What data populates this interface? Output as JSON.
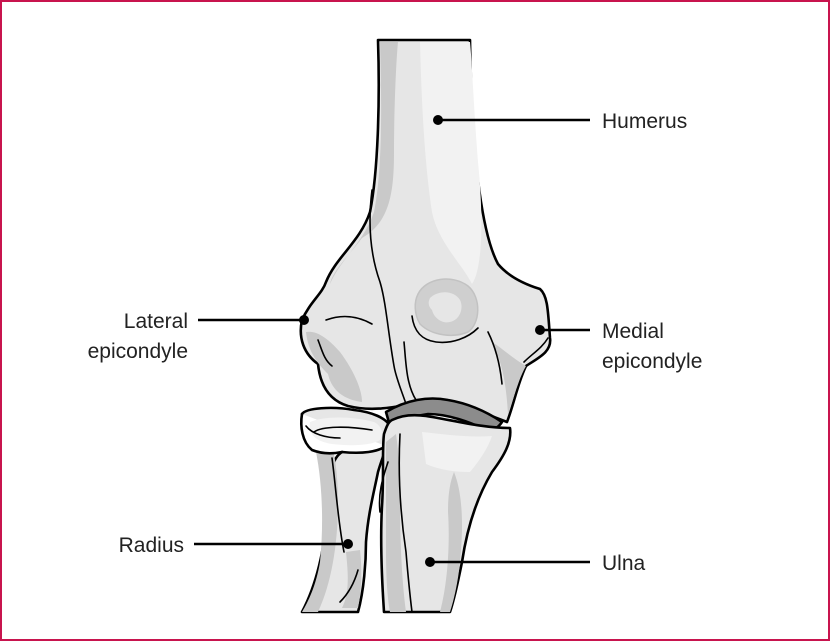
{
  "labels": {
    "humerus": "Humerus",
    "lateral_epicondyle_line1": "Lateral",
    "lateral_epicondyle_line2": "epicondyle",
    "medial_epicondyle_line1": "Medial",
    "medial_epicondyle_line2": "epicondyle",
    "radius": "Radius",
    "ulna": "Ulna"
  },
  "colors": {
    "frame_border": "#c8144e",
    "bone_fill": "#e6e6e6",
    "bone_shade": "#c9c9c9",
    "bone_highlight": "#f2f2f2",
    "cartilage": "#8c8c8c"
  }
}
